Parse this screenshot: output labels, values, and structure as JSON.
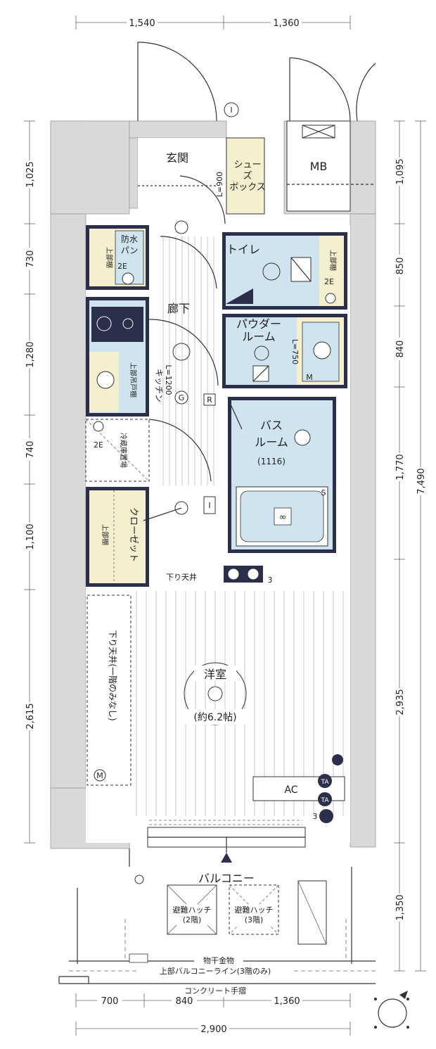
{
  "colors": {
    "wall": "#d9d9d9",
    "wet_area": "#cfe4ee",
    "storage": "#f3efcf",
    "dark": "#2b2f4c",
    "line": "#333333"
  },
  "dimensions": {
    "top": [
      "1,540",
      "1,360"
    ],
    "left": [
      "1,025",
      "730",
      "1,280",
      "740",
      "1,100",
      "2,615"
    ],
    "right": [
      "1,095",
      "850",
      "840",
      "1,770",
      "2,935",
      "1,350"
    ],
    "right_total": "7,490",
    "bottom": [
      "700",
      "840",
      "1,360"
    ],
    "bottom_total": "2,900"
  },
  "rooms": {
    "entrance": "玄関",
    "shoe_box": [
      "シュー",
      "ズ",
      "ボックス"
    ],
    "shoe_box_note": "L=900",
    "mb": "MB",
    "toilet": "トイレ",
    "hallway": "廊下",
    "powder_room": [
      "パウダー",
      "ルーム"
    ],
    "powder_note": "L=750",
    "bath_room": [
      "バス",
      "ルーム"
    ],
    "bath_size": "(1116)",
    "kitchen": "キッチン",
    "kitchen_note": "L=1200",
    "closet": "クローゼット",
    "lowered_ceiling": "下り天井",
    "western_room": "洋室",
    "western_size": "(約6.2帖)",
    "lowered_ceiling_side": "下り天井(一階のみなし)",
    "ac": "AC",
    "balcony": "バルコニー",
    "hatch_2f": [
      "避難ハッチ",
      "(2階)"
    ],
    "hatch_3f": [
      "避難ハッチ",
      "(3階)"
    ],
    "laundry": "物干金物",
    "upper_balcony": "上部バルコニーライン(3階のみ)",
    "handrail": "コンクリート手摺"
  },
  "small_labels": {
    "waterproof_pan": [
      "防水",
      "パン"
    ],
    "upper_shelf": "上部吊戸棚",
    "upper_shelf_short": "上部棚",
    "upper_storage": "上部棚",
    "fridge": "冷蔵庫置場",
    "label_2e": "2E",
    "label_3": "3",
    "label_m": "M",
    "label_g": "G",
    "label_r": "R",
    "label_i": "I",
    "label_s": "S",
    "label_ta": "TA"
  }
}
